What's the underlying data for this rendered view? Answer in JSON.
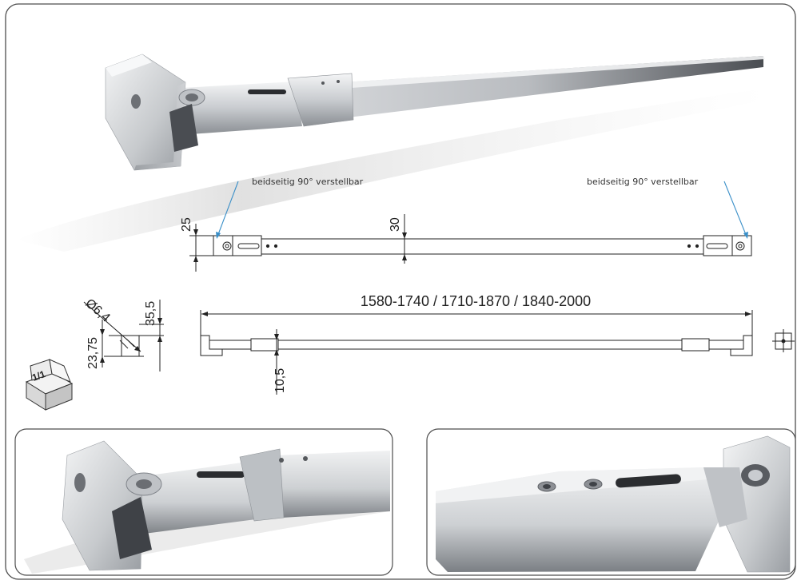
{
  "callouts": {
    "left": "beidseitig 90° verstellbar",
    "right": "beidseitig 90° verstellbar"
  },
  "dimensions": {
    "height_25": "25",
    "height_30": "30",
    "length_range": "1580-1740 / 1710-1870 / 1840-2000",
    "depth_10_5": "10,5",
    "diameter": "Ø6,4",
    "height_35_5": "35,5",
    "height_23_75": "23,75"
  },
  "package_badge": "1/1",
  "colors": {
    "frame": "#4d4d4d",
    "callout_line": "#3a8fc8",
    "metal_light": "#e9eaec",
    "metal_dark": "#6f7276"
  }
}
